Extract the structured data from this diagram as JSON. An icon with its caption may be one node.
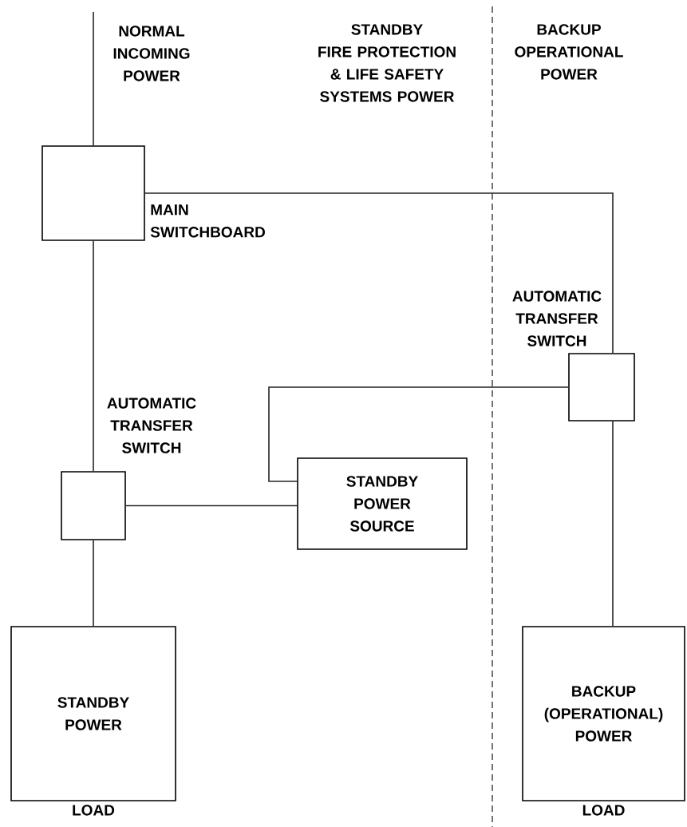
{
  "diagram": {
    "nodes": [
      {
        "text": [
          "MAIN SWITCHBOARD"
        ]
      },
      {
        "text": [
          "AUTOMATIC TRANSFER SWITCH"
        ]
      },
      {
        "text": [
          "STANDBY POWER SOURCE"
        ]
      },
      {
        "text": [
          "AUTOMATIC TRANSFER SWITCH"
        ]
      },
      {
        "text": [
          "STANDBY POWER"
        ],
        "beside": [
          "LOAD"
        ]
      },
      {
        "text": [
          "BACKUP (OPERATIONAL) POWER"
        ],
        "beside": [
          "LOAD"
        ]
      }
    ],
    "edges": [
      {
        "from": null,
        "to": 0,
        "arrow": "none",
        "label": "NORMAL INCOMING POWER"
      },
      {
        "from": 0,
        "to": 1,
        "arrow": "none"
      },
      {
        "from": 0,
        "to": 3,
        "arrow": "none"
      },
      {
        "from": 1,
        "to": 2,
        "arrow": "none"
      },
      {
        "from": 3,
        "to": 2,
        "arrow": "none"
      },
      {
        "from": 1,
        "to": 4,
        "arrow": "none"
      },
      {
        "from": 3,
        "to": 5,
        "arrow": "none"
      }
    ],
    "labels": [
      "STANDBY",
      "FIRE PROTECTION & LIFE SAFETY SYSTEMS POWER",
      "BACKUP OPERATIONAL POWER"
    ]
  }
}
